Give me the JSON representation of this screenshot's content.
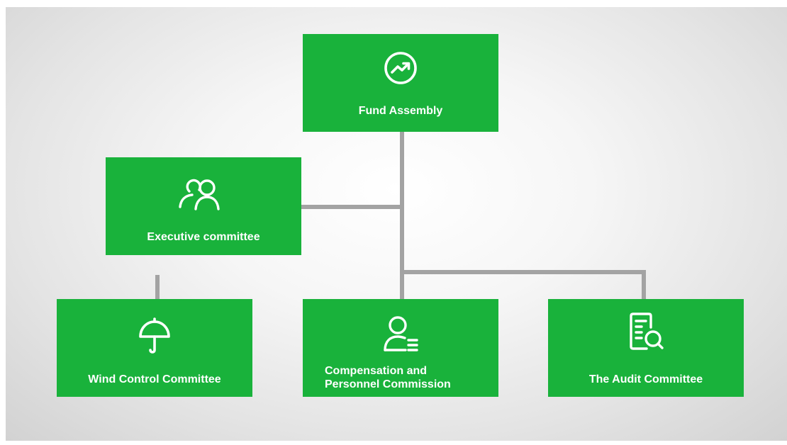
{
  "theme": {
    "node_color": "#19b23b",
    "connector_color": "#a3a3a3",
    "text_color": "#ffffff"
  },
  "nodes": {
    "fund_assembly": {
      "label": "Fund Assembly",
      "icon": "trending-up-circle-icon"
    },
    "executive_committee": {
      "label": "Executive committee",
      "icon": "users-icon"
    },
    "wind_control_committee": {
      "label": "Wind Control Committee",
      "icon": "umbrella-icon"
    },
    "compensation_personnel": {
      "label_line1": "Compensation and",
      "label_line2": "Personnel Commission",
      "icon": "user-list-icon"
    },
    "audit_committee": {
      "label": "The Audit Committee",
      "icon": "document-search-icon"
    }
  }
}
